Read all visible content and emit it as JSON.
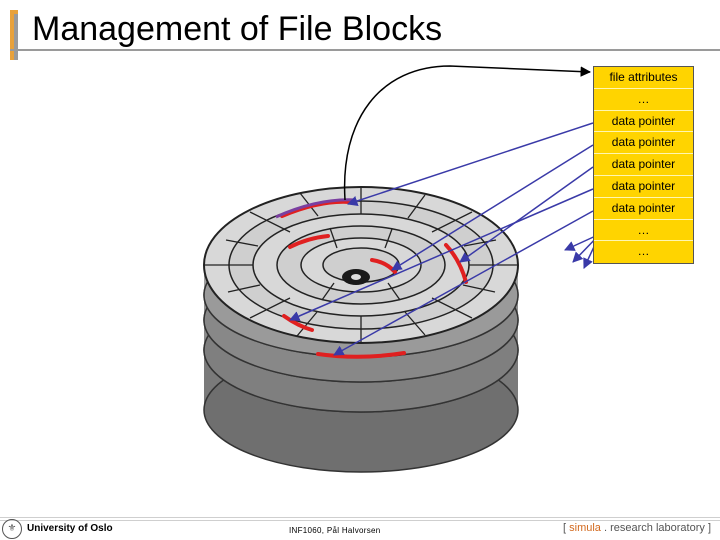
{
  "title": "Management of File Blocks",
  "inode_rows": [
    "file attributes",
    "…",
    "data pointer",
    "data pointer",
    "data pointer",
    "data pointer",
    "data pointer",
    "…",
    "…"
  ],
  "footer": {
    "university": "University of Oslo",
    "course": "INF1060, Pål Halvorsen",
    "brand_open": "[",
    "brand_simula": "simula",
    "brand_rest": ". research laboratory",
    "brand_close": "]",
    "logo_glyph": "⚜"
  },
  "colors": {
    "inode_fill": "#ffd400",
    "pointer_arrows": "#3a3aa8",
    "data_blocks": "#e02020",
    "platter_top": "#c8c8c8",
    "platter_side": "#8a8a8a",
    "title_accent": "#e8a13a"
  }
}
